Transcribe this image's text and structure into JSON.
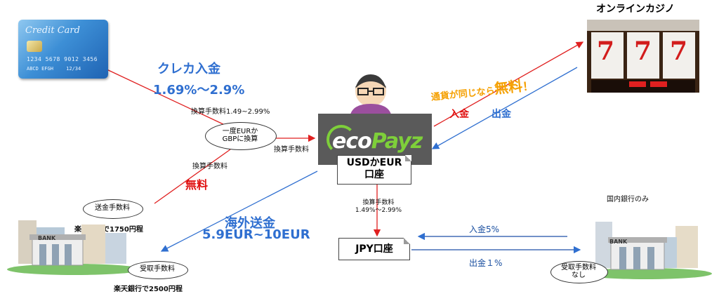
{
  "casino": {
    "title": "オンラインカジノ",
    "reels": [
      "7",
      "7",
      "7"
    ]
  },
  "credit_card": {
    "brand": "Credit Card",
    "number": "1234 5678 9012 3456",
    "holder": "ABCD EFGH",
    "expiry": "12/34"
  },
  "ecopayz": {
    "logo_eco": "eco",
    "logo_payz": "Payz",
    "account": "USDかEUR\n口座"
  },
  "jpy_account": "JPY口座",
  "labels": {
    "card_deposit": "クレカ入金",
    "card_fee": "1.69%〜2.9%",
    "conv_fee_1": "換算手数料1.49~2.99%",
    "cloud_convert": "一度EURか\nGBPに換算",
    "conv_fee_2": "換算手数料",
    "conv_fee_3": "換算手数料",
    "free": "無料",
    "same_currency_prefix": "通貨が同じなら",
    "same_currency_free": "無料",
    "same_currency_suffix": "！",
    "deposit": "入金",
    "withdraw": "出金",
    "intl_transfer": "海外送金",
    "intl_fee": "5.9EUR~10EUR",
    "send_fee_cloud": "送金手数料",
    "rakuten_send": "楽天銀行で1750円程",
    "receive_fee_cloud": "受取手数料",
    "rakuten_receive": "楽天銀行で2500円程",
    "jpy_conv_title": "換算手数料",
    "jpy_conv_range": "1.49%〜2.99%",
    "domestic_only": "国内銀行のみ",
    "deposit_5": "入金5%",
    "withdraw_1": "出金１%",
    "receive_fee_none_cloud": "受取手数料\nなし",
    "bank_sign_left": "BANK",
    "bank_sign_right": "BANK"
  },
  "colors": {
    "red_arrow": "#e02020",
    "blue_arrow": "#2f6fd0",
    "orange_text": "#f5a000",
    "eco_green": "#7ecf3a"
  }
}
